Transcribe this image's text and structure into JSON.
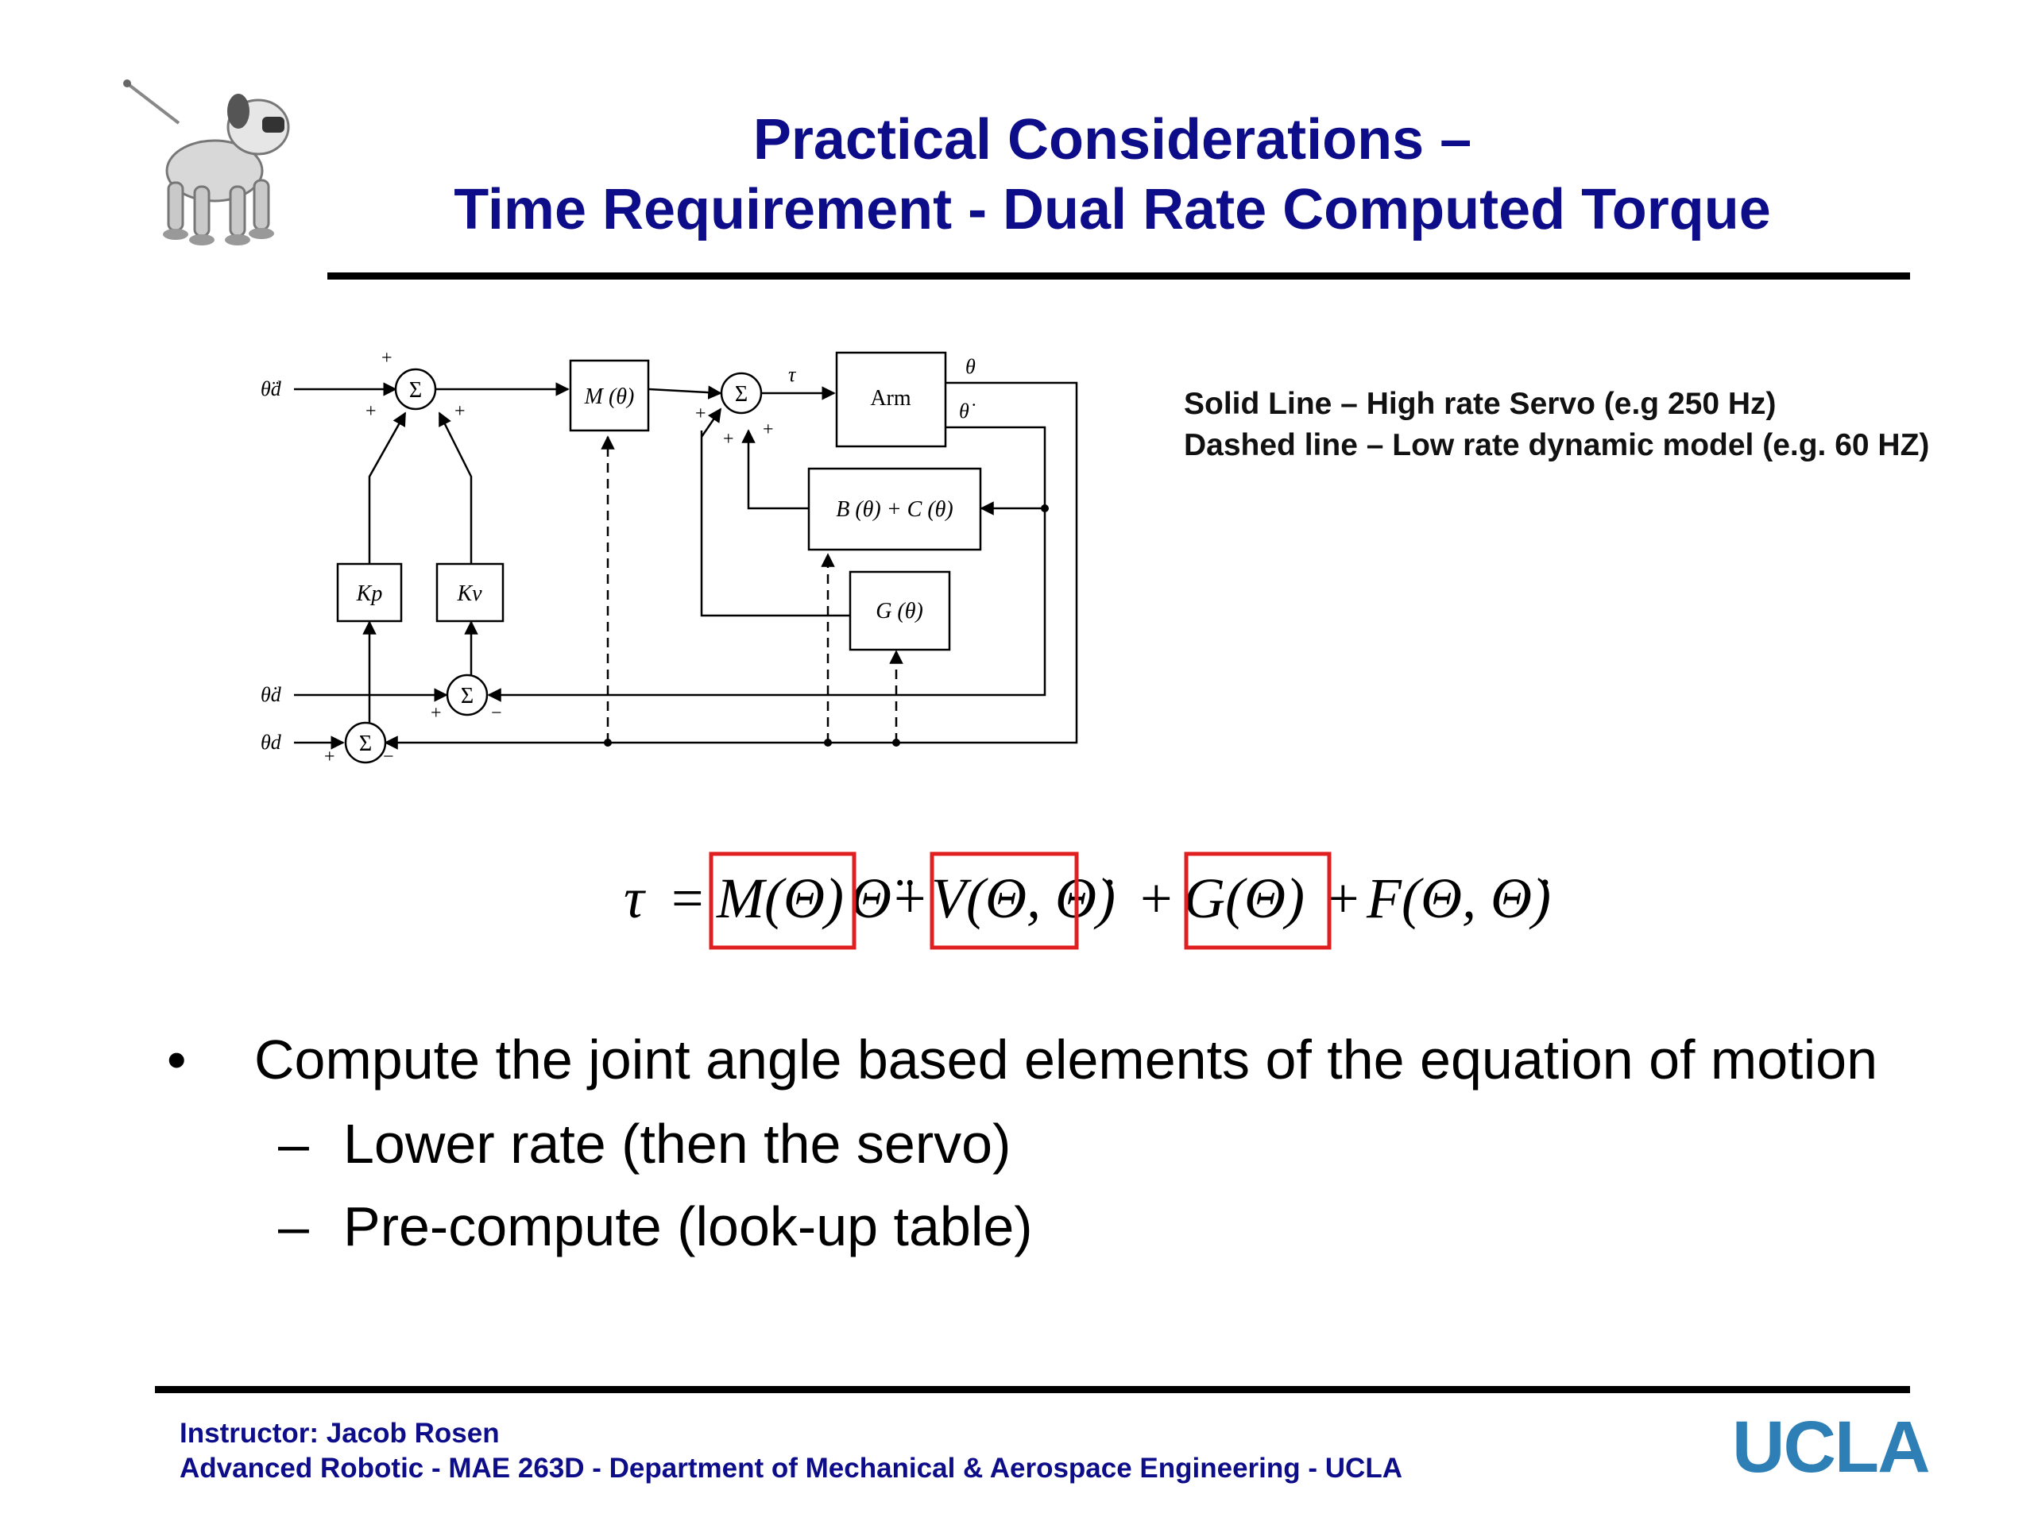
{
  "slide": {
    "title_line1": "Practical Considerations –",
    "title_line2": "Time Requirement - Dual Rate Computed Torque",
    "legend_solid": "Solid Line – High rate Servo (e.g 250 Hz)",
    "legend_dashed": "Dashed line – Low rate dynamic model (e.g. 60 HZ)"
  },
  "diagram": {
    "blocks": {
      "m": "M (θ)",
      "arm": "Arm",
      "bc": "B (θ) + C (θ)",
      "g": "G (θ)",
      "kp": "Kp",
      "kv": "Kv"
    },
    "sum_symbol": "Σ",
    "signals": {
      "theta_dd_d": "θ̈d",
      "theta_d_d": "θ̇d",
      "theta_d": "θd",
      "tau": "τ",
      "theta": "θ",
      "theta_dot": "θ̇"
    },
    "signs": {
      "plus": "+",
      "minus": "−"
    }
  },
  "equation": {
    "lhs": "τ",
    "equals": "=",
    "plus": "+",
    "m_term": "M(Θ)",
    "v_term": "V(Θ, Θ̇)",
    "g_term": "G(Θ)",
    "f_term": "F(Θ, Θ̇)",
    "theta_dd": "Θ̈",
    "highlight_color": "#e02020"
  },
  "bullets": {
    "main": "Compute the joint angle based elements of the equation of motion",
    "sub1": "Lower rate (then the servo)",
    "sub2": "Pre-compute (look-up table)",
    "bullet_symbol": "•",
    "dash_symbol": "–"
  },
  "footer": {
    "line1": "Instructor: Jacob Rosen",
    "line2": "Advanced Robotic - MAE 263D - Department of Mechanical & Aerospace Engineering - UCLA",
    "logo": "UCLA"
  },
  "colors": {
    "title": "#0d0d8a",
    "logo": "#2e7fb5",
    "rule": "#000000"
  },
  "icons": {
    "robot_dog": "robot-dog-icon"
  }
}
